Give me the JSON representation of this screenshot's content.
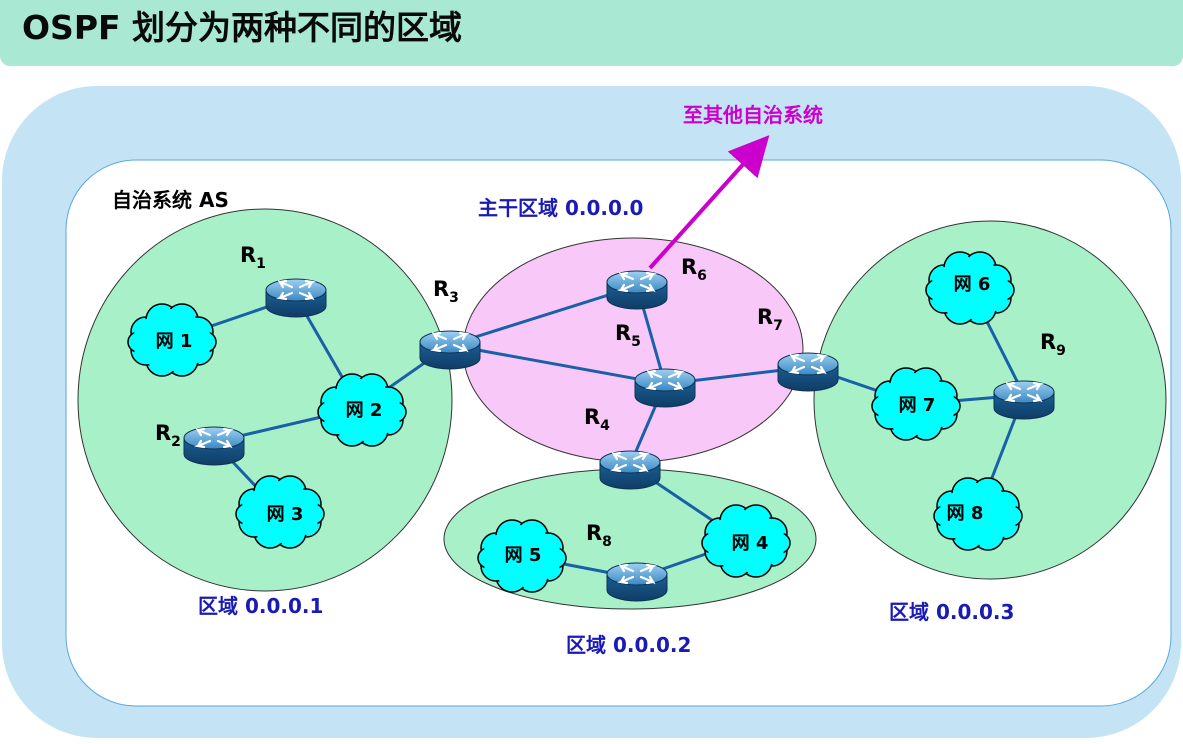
{
  "title": "OSPF 划分为两种不同的区域",
  "as_label": "自治系统 AS",
  "external_label": "至其他自治系统",
  "areas": {
    "backbone": "主干区域 0.0.0.0",
    "area1": "区域 0.0.0.1",
    "area2": "区域 0.0.0.2",
    "area3": "区域 0.0.0.3"
  },
  "routers": [
    {
      "id": "R1",
      "name": "R",
      "sub": "1"
    },
    {
      "id": "R2",
      "name": "R",
      "sub": "2"
    },
    {
      "id": "R3",
      "name": "R",
      "sub": "3"
    },
    {
      "id": "R4",
      "name": "R",
      "sub": "4"
    },
    {
      "id": "R5",
      "name": "R",
      "sub": "5"
    },
    {
      "id": "R6",
      "name": "R",
      "sub": "6"
    },
    {
      "id": "R7",
      "name": "R",
      "sub": "7"
    },
    {
      "id": "R8",
      "name": "R",
      "sub": "8"
    },
    {
      "id": "R9",
      "name": "R",
      "sub": "9"
    }
  ],
  "networks": [
    "网 1",
    "网 2",
    "网 3",
    "网 4",
    "网 5",
    "网 6",
    "网 7",
    "网 8"
  ],
  "colors": {
    "title_bar": "#a9e8d2",
    "outer_panel": "#c4e4f6",
    "as_box": "#ffffff",
    "area_fill": "#a8f0c8",
    "backbone_fill": "#f8c8f8",
    "link": "#1a60a8",
    "cloud": "#00ffff",
    "router_body": "#1f6ea8",
    "arrow": "#cc00cc"
  }
}
